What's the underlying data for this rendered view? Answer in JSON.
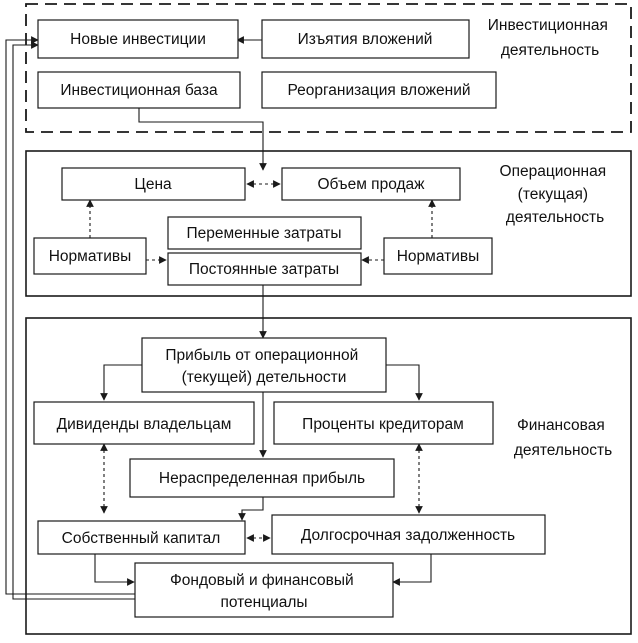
{
  "sections": {
    "investment": [
      "Инвестиционная",
      "деятельность"
    ],
    "operational": [
      "Операционная",
      "(текущая)",
      "деятельность"
    ],
    "financial": [
      "Финансовая",
      "деятельность"
    ]
  },
  "boxes": {
    "new_investments": [
      "Новые инвестиции"
    ],
    "withdrawals": [
      "Изъятия вложений"
    ],
    "investment_base": [
      "Инвестиционная база"
    ],
    "reorganization": [
      "Реорганизация вложений"
    ],
    "price": [
      "Цена"
    ],
    "sales_volume": [
      "Объем продаж"
    ],
    "variable_costs": [
      "Переменные затраты"
    ],
    "norms_left": [
      "Нормативы"
    ],
    "fixed_costs": [
      "Постоянные затраты"
    ],
    "norms_right": [
      "Нормативы"
    ],
    "operating_profit": [
      "Прибыль от операционной",
      "(текущей) детельности"
    ],
    "dividends": [
      "Дивиденды владельцам"
    ],
    "interest": [
      "Проценты кредиторам"
    ],
    "retained_earnings": [
      "Нераспределенная прибыль"
    ],
    "equity": [
      "Собственный капитал"
    ],
    "long_term_debt": [
      "Долгосрочная задолженность"
    ],
    "financial_potential": [
      "Фондовый и финансовый",
      "потенциалы"
    ]
  }
}
